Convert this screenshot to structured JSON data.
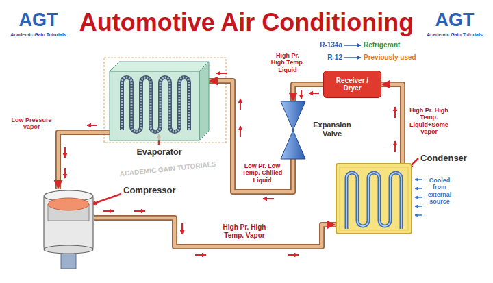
{
  "diagram": {
    "title": "Automotive Air Conditioning",
    "nodes": [
      {
        "text": [
          "Evaporator"
        ]
      },
      {
        "text": [
          "Receiver / Dryer"
        ]
      },
      {
        "text": [
          "Expansion Valve"
        ]
      },
      {
        "text": [
          "Condenser"
        ]
      },
      {
        "text": [
          "Compressor"
        ]
      }
    ],
    "edges": [
      {
        "from": 4,
        "to": 3,
        "label": "High Pr. High Temp. Vapor",
        "arrow": "to"
      },
      {
        "from": 3,
        "to": 1,
        "label": "High Pr. High Temp. Liquid+Some Vapor",
        "arrow": "to"
      },
      {
        "from": 1,
        "to": 2,
        "label": "High Pr. High Temp. Liquid",
        "arrow": "to"
      },
      {
        "from": 2,
        "to": 0,
        "label": "Low Pr. Low Temp. Chilled Liquid",
        "arrow": "to"
      },
      {
        "from": 0,
        "to": 4,
        "label": "Low Pressure Vapor",
        "arrow": "to"
      }
    ],
    "labels": [
      "AGT",
      "Academic Gain Tutorials",
      "AGT",
      "Academic Gain Tutorials",
      "R-134a",
      "Refrigerant",
      "R-12",
      "Previously used",
      "Cooled from external source",
      "ACADEMIC GAIN TUTORIALS"
    ]
  }
}
